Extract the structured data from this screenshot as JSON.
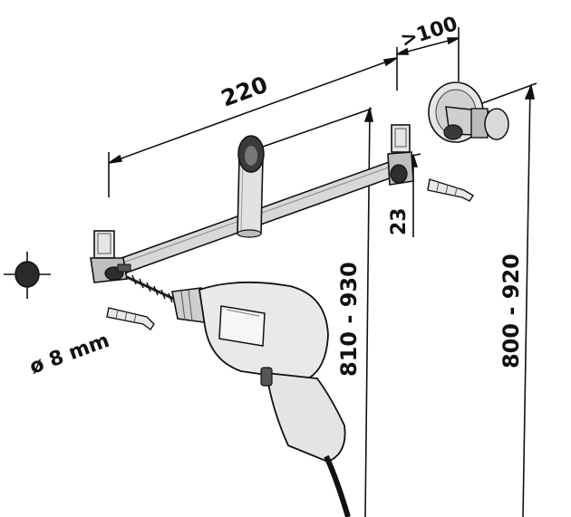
{
  "dimensions": {
    "rail_width": "220",
    "side_clearance": ">100",
    "bracket_offset": "23",
    "rail_height": "810 - 930",
    "valve_height": "800 - 920",
    "drill_bit": "ø 8 mm"
  },
  "colors": {
    "ink": "#111111",
    "light_shade": "#d8d8d8",
    "mid_shade": "#a8a8a8",
    "dark_shade": "#333333"
  }
}
